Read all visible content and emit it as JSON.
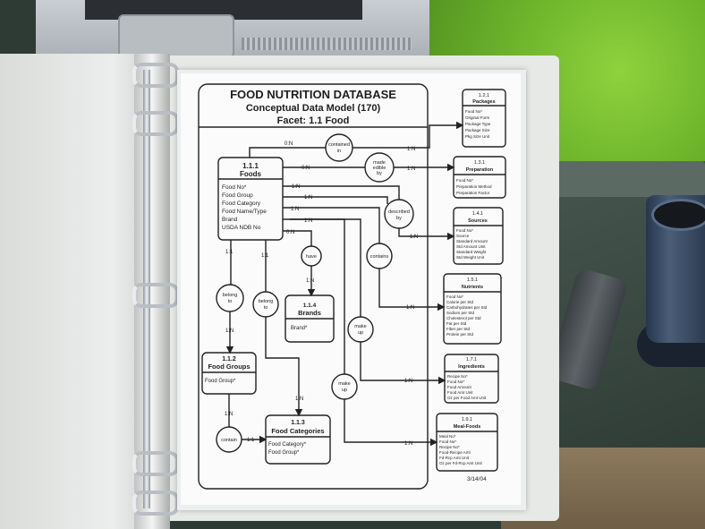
{
  "title": "FOOD NUTRITION DATABASE",
  "subtitle": "Conceptual Data Model (170)",
  "facet": "Facet:  1.1 Food",
  "date": "3/14/04",
  "entities": {
    "foods": {
      "id": "1.1.1",
      "name": "Foods",
      "attrs": [
        "Food No*",
        "Food Group",
        "Food Category",
        "Food Name/Type",
        "Brand",
        "USDA NDB No"
      ]
    },
    "packages": {
      "id": "1.2.1",
      "name": "Packages",
      "attrs": [
        "Food No*",
        "Original Form",
        "Package Type",
        "Package Size",
        "Pkg Size Unit"
      ]
    },
    "preparation": {
      "id": "1.3.1",
      "name": "Preparation",
      "attrs": [
        "Food No*",
        "Preparation Method",
        "Preparation Factor"
      ]
    },
    "sources": {
      "id": "1.4.1",
      "name": "Sources",
      "attrs": [
        "Food No*",
        "Source",
        "Standard Amount",
        "Std Amount Unit",
        "Standard Weight",
        "Std Weight Unit"
      ]
    },
    "nutrients": {
      "id": "1.5.1",
      "name": "Nutrients",
      "attrs": [
        "Food No*",
        "Calorie per Std",
        "Carbohydrates per Std",
        "Sodium per Std",
        "Cholesterol per Std",
        "Fat per Std",
        "Fiber per Std",
        "Protein per Std"
      ]
    },
    "ingredients": {
      "id": "1.7.1",
      "name": "Ingredients",
      "attrs": [
        "Recipe No*",
        "Food No*",
        "Food Amount",
        "Food Amt Unit",
        "Oz per Food Amt Unit"
      ]
    },
    "meal_foods": {
      "id": "1.9.1",
      "name": "Meal-Foods",
      "attrs": [
        "Meal No*",
        "Food No*",
        "Recipe No*",
        "Food-Recipe Amt",
        "Fd-Rcp Amt Unit",
        "Oz per Fd-Rcp Amt Unit"
      ]
    },
    "brands": {
      "id": "1.1.4",
      "name": "Brands",
      "attrs": [
        "Brand*"
      ]
    },
    "food_groups": {
      "id": "1.1.2",
      "name": "Food Groups",
      "attrs": [
        "Food Group*"
      ]
    },
    "food_categories": {
      "id": "1.1.3",
      "name": "Food Categories",
      "attrs": [
        "Food Category*",
        "Food Group*"
      ]
    }
  },
  "relations": {
    "contained_in": [
      "contained",
      "in"
    ],
    "made_edible_by": [
      "made",
      "edible",
      "by"
    ],
    "described_by": [
      "described",
      "by"
    ],
    "contains": [
      "contains"
    ],
    "have": [
      "have"
    ],
    "belong_to_a": [
      "belong",
      "to"
    ],
    "belong_to_b": [
      "belong",
      "to"
    ],
    "make_up_a": [
      "make",
      "up"
    ],
    "make_up_b": [
      "make",
      "up"
    ],
    "contain": [
      "contain"
    ]
  },
  "cardinality": {
    "c1": "0:N",
    "c2": "1:N",
    "c3": "0:N",
    "c4": "1:N",
    "c5": "1:N",
    "c6": "1:N",
    "c7": "1:N",
    "c8": "1:N",
    "c9": "1:N",
    "c10": "0:N",
    "c11": "1:N",
    "c12": "1:1",
    "c13": "1:1",
    "c14": "1:N",
    "c15": "1:N",
    "c16": "1:N",
    "c17": "1:N",
    "c18": "1:N",
    "c19": "1:N",
    "c20": "1:1"
  }
}
